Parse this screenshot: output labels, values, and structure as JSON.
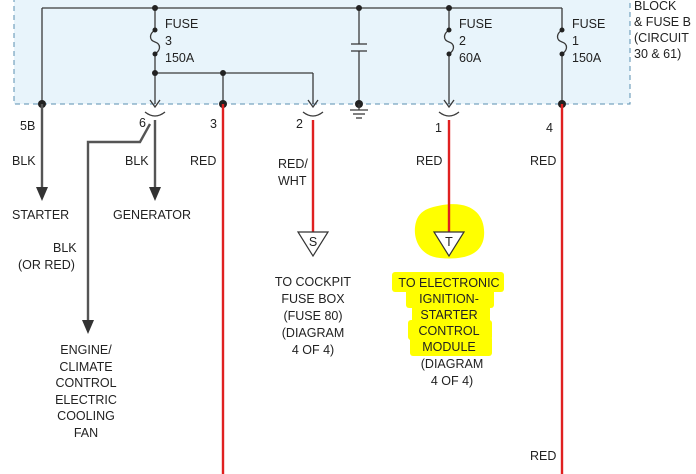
{
  "block_label": {
    "lines": [
      "BLOCK",
      "& FUSE B",
      "(CIRCUIT",
      "30 & 61)"
    ]
  },
  "fuses": [
    {
      "id": "fuse3",
      "name": "FUSE",
      "number": "3",
      "rating": "150A",
      "highlighted": false
    },
    {
      "id": "fuse2",
      "name": "FUSE",
      "number": "2",
      "rating": "60A",
      "highlighted": true
    },
    {
      "id": "fuse1",
      "name": "FUSE",
      "number": "1",
      "rating": "150A",
      "highlighted": false
    }
  ],
  "pins": [
    "5B",
    "6",
    "3",
    "2",
    "1",
    "4"
  ],
  "wire_colors": {
    "starter": "BLK",
    "generator": "BLK",
    "pin3": "RED",
    "pin2": [
      "RED/",
      "WHT"
    ],
    "pin1": "RED",
    "pin4": "RED",
    "pin4_bottom": "RED",
    "fan_branch": [
      "BLK",
      "(OR RED)"
    ]
  },
  "destinations": {
    "starter": "STARTER",
    "generator": "GENERATOR",
    "cockpit": [
      "TO COCKPIT",
      "FUSE BOX",
      "(FUSE 80)",
      "(DIAGRAM",
      "4 OF 4)"
    ],
    "ignition": [
      "TO ELECTRONIC",
      "IGNITION-",
      "STARTER",
      "CONTROL",
      "MODULE",
      "(DIAGRAM",
      "4 OF 4)"
    ],
    "fan": [
      "ENGINE/",
      "CLIMATE",
      "CONTROL",
      "ELECTRIC",
      "COOLING",
      "FAN"
    ]
  },
  "connectors": {
    "cockpit": "S",
    "ignition": "T"
  },
  "colors": {
    "block_fill": "#e8f4fb",
    "block_border": "#5a8fb0",
    "wire_black": "#3a3a3a",
    "wire_red": "#e02020",
    "highlight": "#ffff00"
  }
}
